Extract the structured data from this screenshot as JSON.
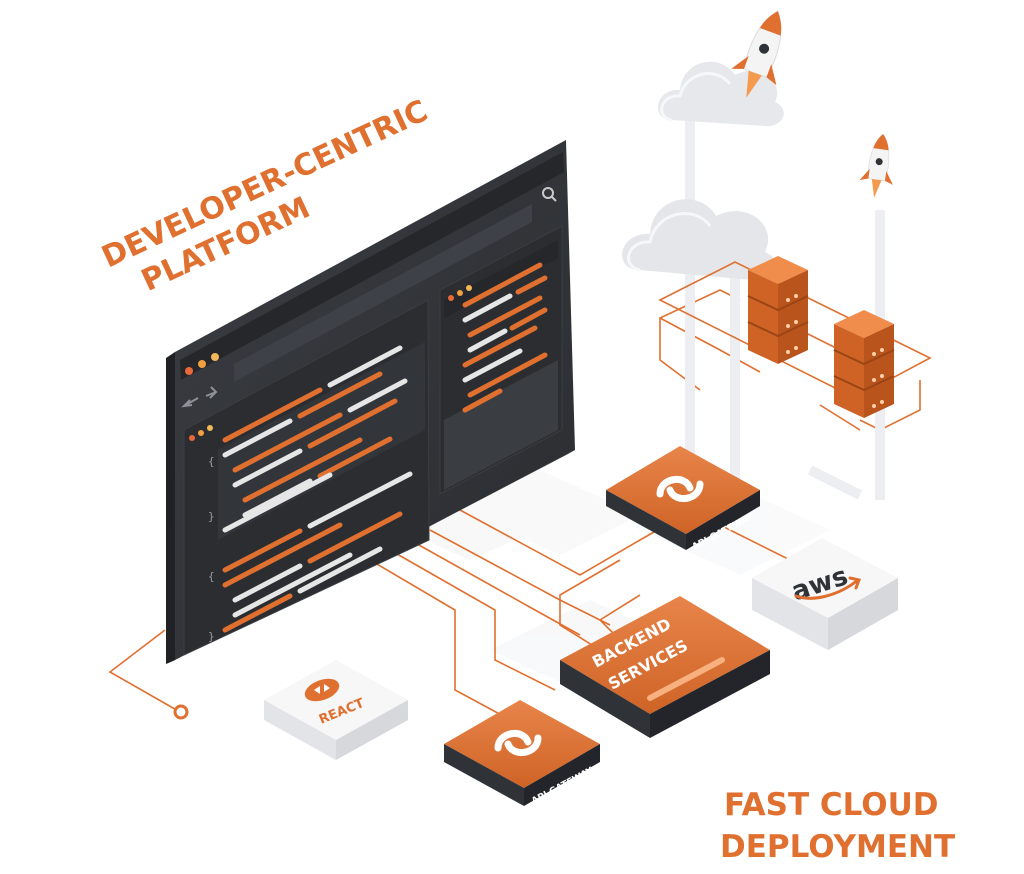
{
  "headline_left": {
    "line1": "DEVELOPER-CENTRIC",
    "line2": "PLATFORM"
  },
  "headline_right": {
    "line1": "FAST CLOUD",
    "line2": "DEPLOYMENT"
  },
  "nodes": {
    "api_gateway_top": "API GATEWAY",
    "api_gateway_bottom": "API GATEWAY",
    "backend_line1": "BACKEND",
    "backend_line2": "SERVICES",
    "react": "REACT",
    "aws": "aws"
  },
  "colors": {
    "accent": "#e07030",
    "dark_screen": "#2f3237",
    "code_white": "#e6e6e6",
    "cloud": "#e9ebee"
  },
  "icons": [
    "rocket-icon",
    "cloud-icon",
    "server-stack-icon",
    "search-icon",
    "back-arrow-icon",
    "forward-arrow-icon",
    "api-gateway-icon",
    "react-icon",
    "aws-smile-icon"
  ]
}
